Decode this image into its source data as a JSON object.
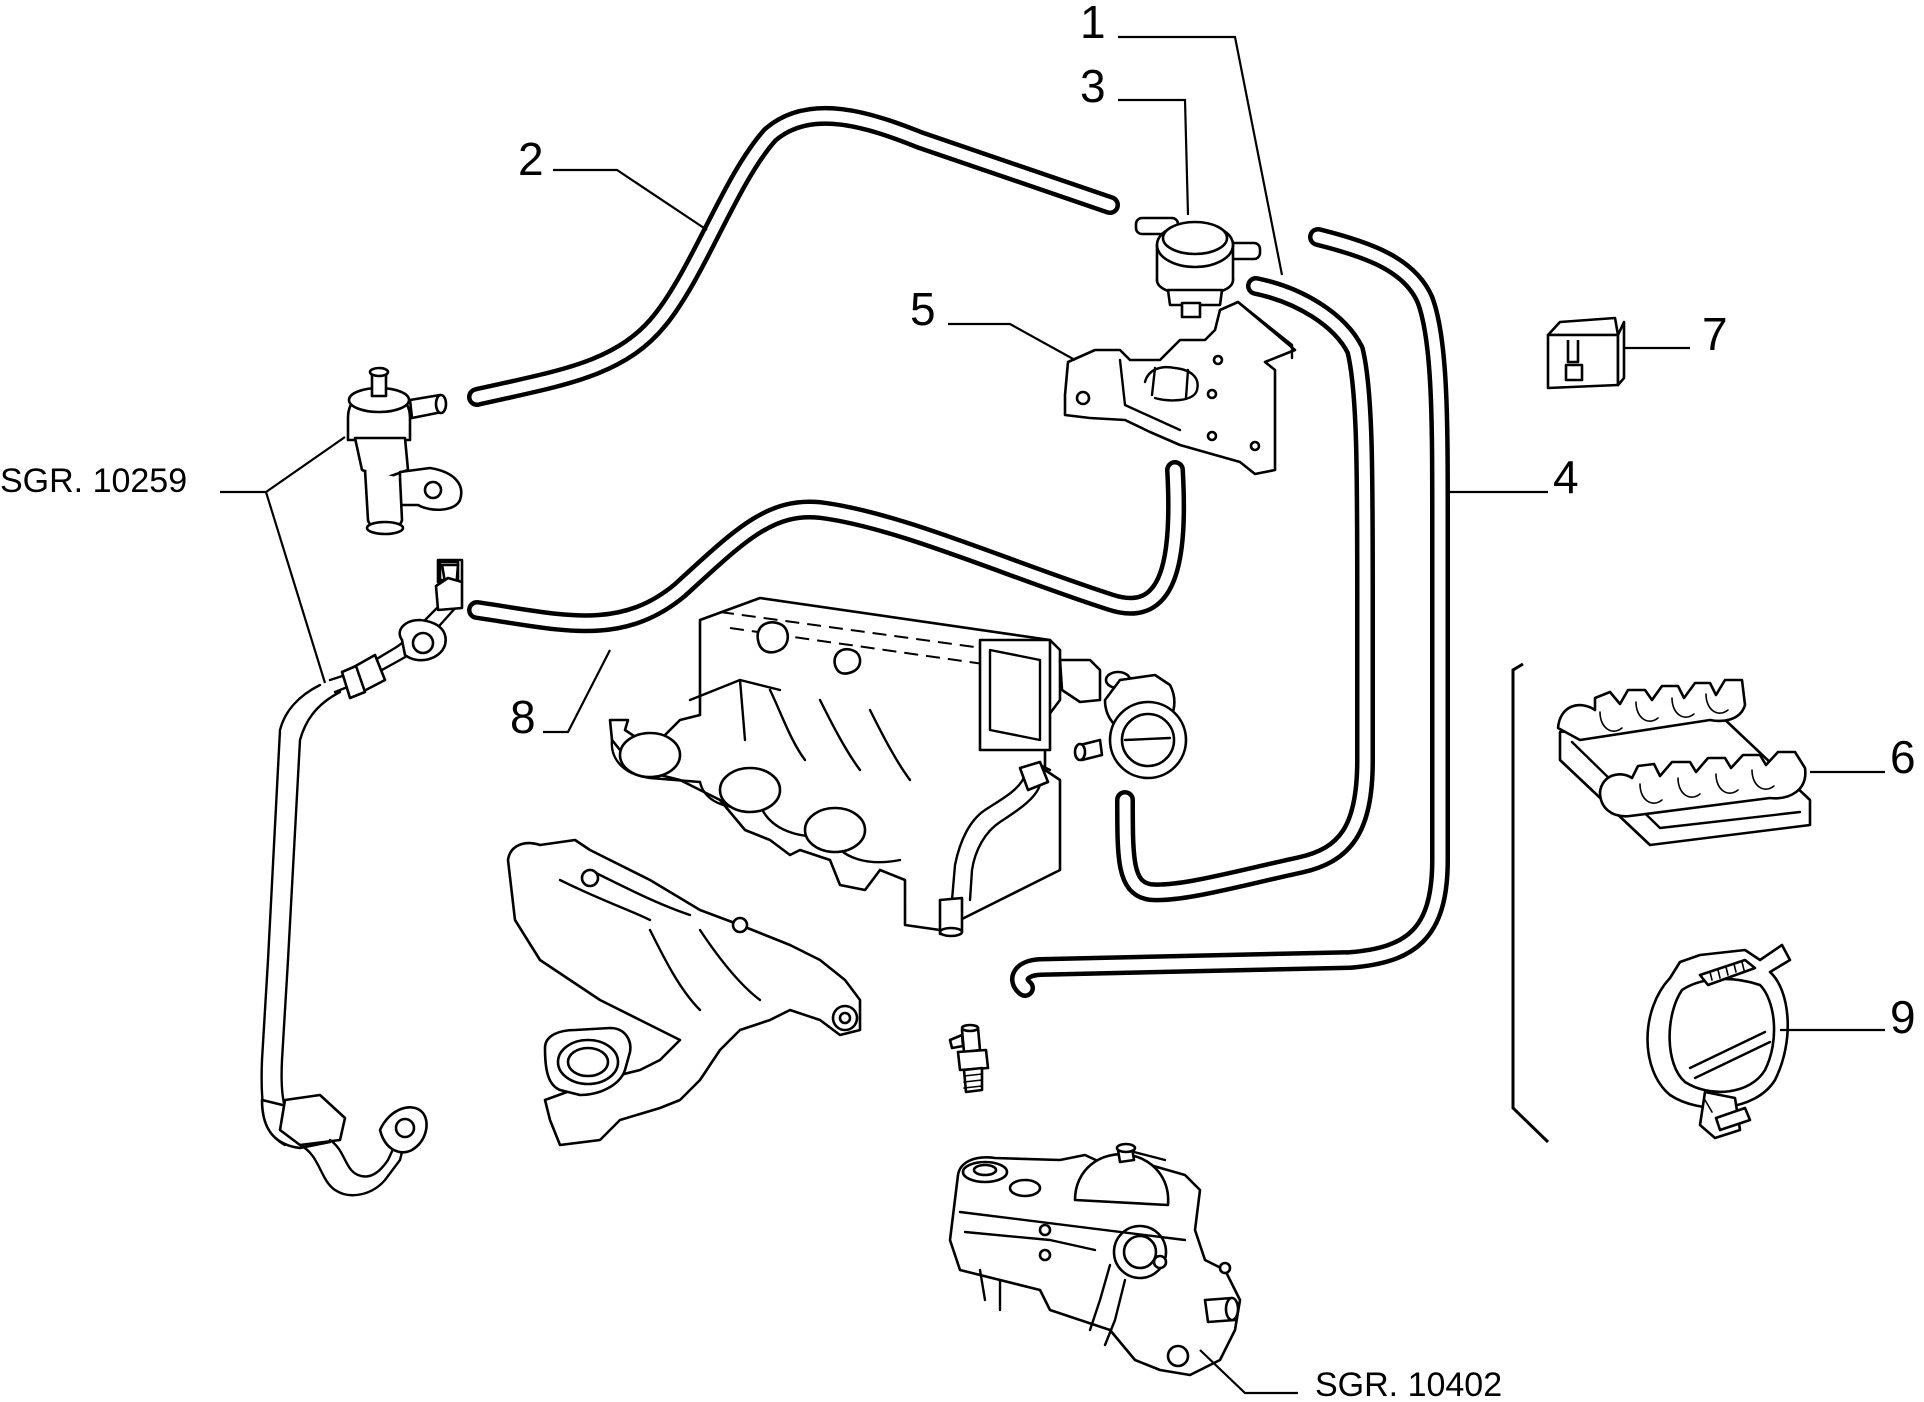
{
  "callouts": {
    "c1": "1",
    "c2": "2",
    "c3": "3",
    "c4": "4",
    "c5": "5",
    "c6": "6",
    "c7": "7",
    "c8": "8",
    "c9": "9"
  },
  "references": {
    "ref_left": "SGR. 10259",
    "ref_bottom": "SGR. 10402"
  }
}
